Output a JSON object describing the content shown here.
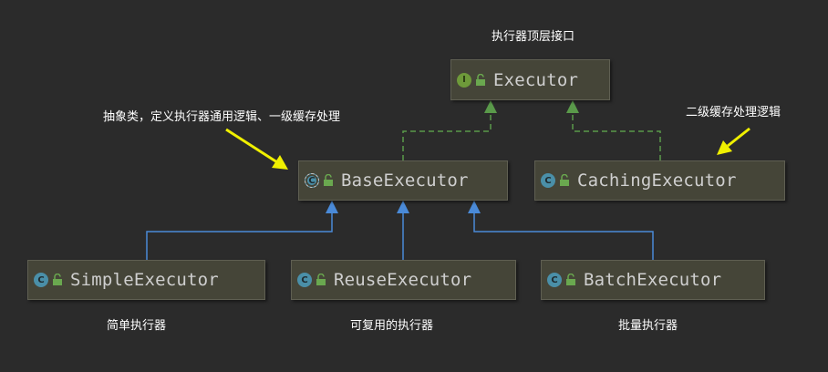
{
  "labels": {
    "top_interface": "执行器顶层接口",
    "base_note": "抽象类，定义执行器通用逻辑、一级缓存处理",
    "caching_note": "二级缓存处理逻辑",
    "simple_note": "简单执行器",
    "reuse_note": "可复用的执行器",
    "batch_note": "批量执行器"
  },
  "nodes": {
    "executor": {
      "name": "Executor",
      "kind": "interface",
      "icon_letter": "I"
    },
    "base": {
      "name": "BaseExecutor",
      "kind": "abstract-class",
      "icon_letter": "C"
    },
    "caching": {
      "name": "CachingExecutor",
      "kind": "class",
      "icon_letter": "C"
    },
    "simple": {
      "name": "SimpleExecutor",
      "kind": "class",
      "icon_letter": "C"
    },
    "reuse": {
      "name": "ReuseExecutor",
      "kind": "class",
      "icon_letter": "C"
    },
    "batch": {
      "name": "BatchExecutor",
      "kind": "class",
      "icon_letter": "C"
    }
  },
  "relations": [
    {
      "from": "BaseExecutor",
      "to": "Executor",
      "type": "implements",
      "style": "dashed"
    },
    {
      "from": "CachingExecutor",
      "to": "Executor",
      "type": "implements",
      "style": "dashed"
    },
    {
      "from": "SimpleExecutor",
      "to": "BaseExecutor",
      "type": "extends",
      "style": "solid"
    },
    {
      "from": "ReuseExecutor",
      "to": "BaseExecutor",
      "type": "extends",
      "style": "solid"
    },
    {
      "from": "BatchExecutor",
      "to": "BaseExecutor",
      "type": "extends",
      "style": "solid"
    }
  ],
  "colors": {
    "background": "#2b2b2b",
    "node_fill": "#454538",
    "implements_line": "#5a9a4a",
    "extends_line": "#4a8ad8",
    "annotation_arrow": "#f0f000",
    "label_text": "#ffffff"
  }
}
